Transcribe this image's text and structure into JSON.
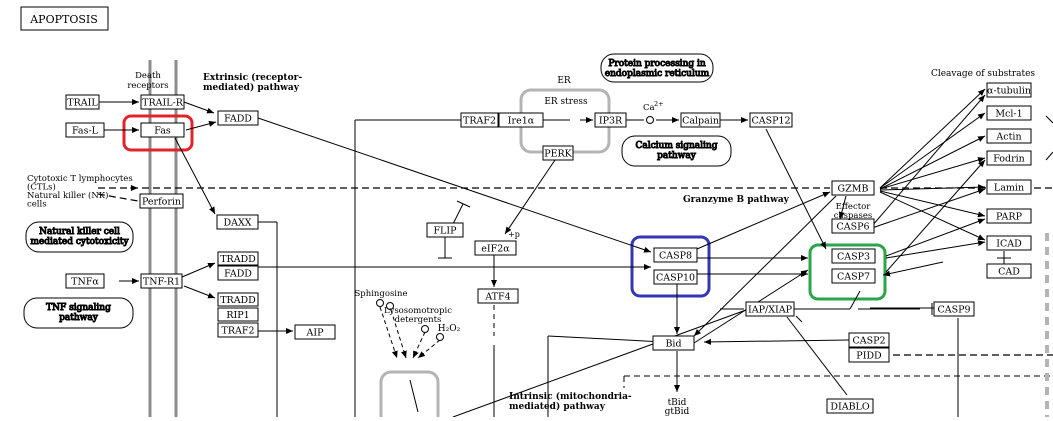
{
  "title": "APOPTOSIS",
  "highlight_colors": {
    "fas": "#e0242a",
    "casp8_group": "#3137b5",
    "casp3_group": "#2aa64a",
    "compartment": "#b4b4b4"
  },
  "labels": {
    "death_receptors": [
      "Death",
      "receptors"
    ],
    "extrinsic": [
      "Extrinsic (receptor-",
      "mediated) pathway"
    ],
    "er": "ER",
    "er_stress": "ER stress",
    "protein_processing": [
      "Protein processing in",
      "endoplasmic reticulum"
    ],
    "calcium": [
      "Calcium signaling",
      "pathway"
    ],
    "ca": "Ca",
    "ca_sup": "2+",
    "ctl": [
      "Cytotoxic T lymphocytes",
      "(CTLs)",
      "Natural killer (NK)",
      "cells"
    ],
    "nk_cyto": [
      "Natural killer cell",
      "mediated cytotoxicity"
    ],
    "tnf_path": [
      "TNF signaling",
      "pathway"
    ],
    "granzyme": "Granzyme B pathway",
    "effector": [
      "Effector",
      "caspases"
    ],
    "cleavage": "Cleavage of substrates",
    "sphingosine": "Sphingosine",
    "lyso": [
      "Lysosomotropic",
      "detergents"
    ],
    "h2o2": "H₂O₂",
    "intrinsic": [
      "Intrinsic (mitochondria-",
      "mediated) pathway"
    ],
    "tbid": [
      "tBid",
      "gtBid"
    ],
    "p": "+p"
  },
  "nodes": {
    "trail": "TRAIL",
    "trail_r": "TRAIL-R",
    "fasl": "Fas-L",
    "fas": "Fas",
    "fadd1": "FADD",
    "perforin": "Perforin",
    "daxx": "DAXX",
    "tradd1": "TRADD",
    "fadd2": "FADD",
    "tnfa": "TNFα",
    "tnfr1": "TNF-R1",
    "tradd2": "TRADD",
    "rip1": "RIP1",
    "traf2b": "TRAF2",
    "aip": "AIP",
    "traf2": "TRAF2",
    "ire1": "Ire1α",
    "ip3r": "IP3R",
    "calpain": "Calpain",
    "casp12": "CASP12",
    "perk": "PERK",
    "flip": "FLIP",
    "eif2a": "eIF2α",
    "atf4": "ATF4",
    "casp8": "CASP8",
    "casp10": "CASP10",
    "gzmb": "GZMB",
    "casp6": "CASP6",
    "casp3": "CASP3",
    "casp7": "CASP7",
    "iap": "IAP/XIAP",
    "casp9": "CASP9",
    "bid": "Bid",
    "casp2": "CASP2",
    "pidd": "PIDD",
    "diablo": "DIABLO",
    "tubulin": "α-tubulin",
    "mcl1": "Mcl-1",
    "actin": "Actin",
    "fodrin": "Fodrin",
    "lamin": "Lamin",
    "parp": "PARP",
    "icad": "ICAD",
    "cad": "CAD"
  }
}
